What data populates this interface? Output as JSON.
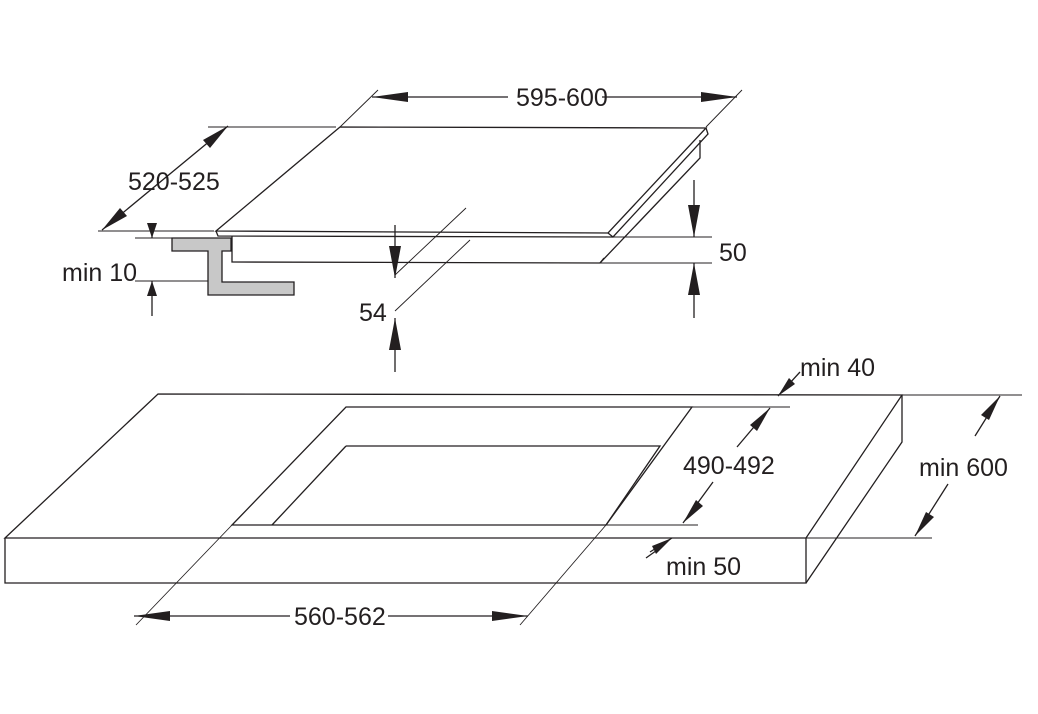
{
  "labels": {
    "hob_width": "595-600",
    "hob_depth": "520-525",
    "min_clearance_top": "min 10",
    "hob_height": "50",
    "cutout_depth_under": "54",
    "min_back": "min 40",
    "cutout_depth": "490-492",
    "worktop_depth": "min 600",
    "min_front": "min 50",
    "cutout_width": "560-562"
  },
  "colors": {
    "line": "#231f20",
    "bracket_fill": "#c8c8c8",
    "background": "#ffffff"
  }
}
